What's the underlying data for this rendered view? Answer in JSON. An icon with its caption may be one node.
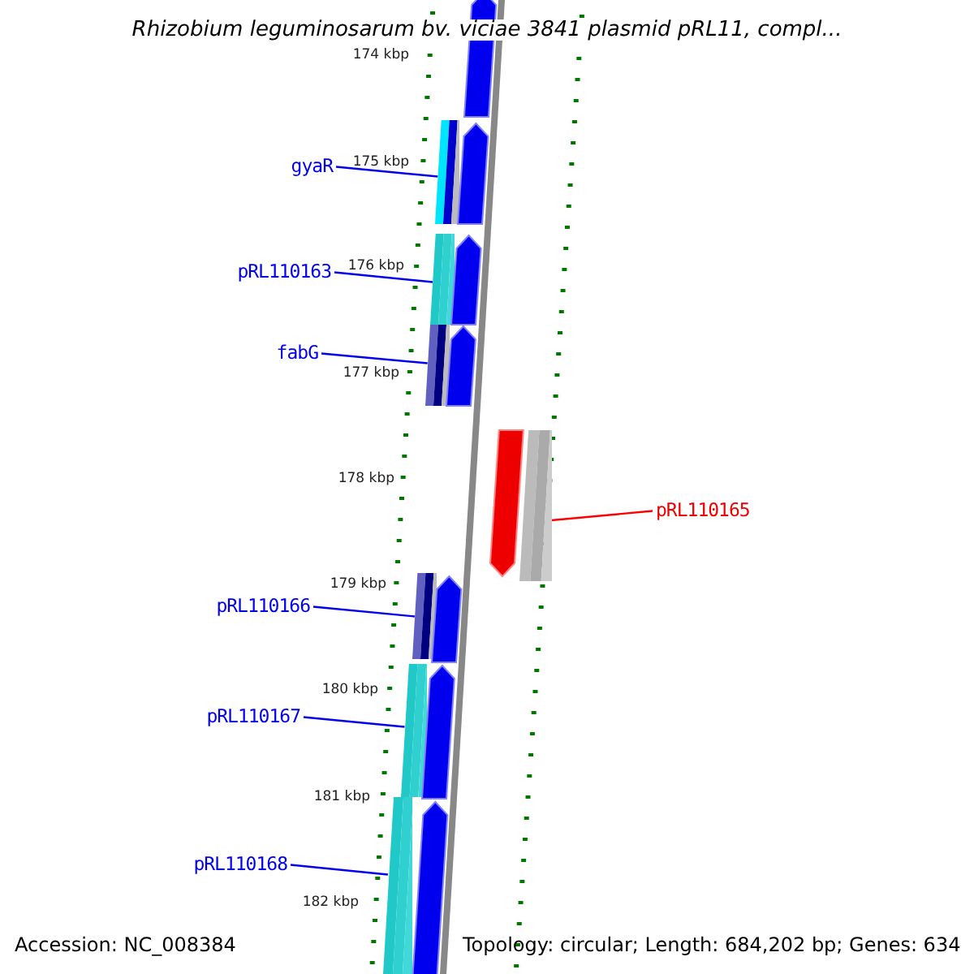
{
  "diagram": {
    "title": "Rhizobium leguminosarum bv. viciae 3841 plasmid pRL11, compl...",
    "nodes": [
      {
        "text": [
          "gyaR"
        ]
      },
      {
        "text": [],
        "shape": "bar"
      },
      {
        "text": [
          "pRL110163"
        ]
      },
      {
        "text": [],
        "shape": "bar"
      },
      {
        "text": [
          "fabG"
        ]
      },
      {
        "text": [],
        "shape": "bar"
      },
      {
        "text": [
          "pRL110165"
        ]
      },
      {
        "text": [],
        "shape": "bar"
      },
      {
        "text": [
          "pRL110166"
        ]
      },
      {
        "text": [],
        "shape": "bar"
      },
      {
        "text": [
          "pRL110167"
        ]
      },
      {
        "text": [],
        "shape": "bar"
      },
      {
        "text": [
          "pRL110168"
        ]
      },
      {
        "text": [],
        "shape": "bar"
      },
      {
        "text": [],
        "shape": "arrow"
      },
      {
        "text": [],
        "shape": "arrow"
      },
      {
        "text": [],
        "shape": "arrow"
      },
      {
        "text": [],
        "shape": "arrow"
      },
      {
        "text": [],
        "shape": "arrow"
      },
      {
        "text": [],
        "shape": "arrow"
      },
      {
        "text": [],
        "shape": "arrow"
      },
      {
        "text": [],
        "shape": "arrow"
      }
    ],
    "edges": [
      {
        "from": 0,
        "to": 1,
        "arrow": "none"
      },
      {
        "from": 2,
        "to": 3,
        "arrow": "none"
      },
      {
        "from": 4,
        "to": 5,
        "arrow": "none"
      },
      {
        "from": 6,
        "to": 7,
        "arrow": "none",
        "color": "#ff0000"
      },
      {
        "from": 8,
        "to": 9,
        "arrow": "none"
      },
      {
        "from": 10,
        "to": 11,
        "arrow": "none"
      },
      {
        "from": 12,
        "to": 13,
        "arrow": "none"
      }
    ],
    "labels": [
      "174 kbp",
      "175 kbp",
      "176 kbp",
      "177 kbp",
      "178 kbp",
      "179 kbp",
      "180 kbp",
      "181 kbp",
      "182 kbp",
      "Accession: NC_008384",
      "Topology: circular; Length: 684,202 bp; Genes: 634"
    ]
  }
}
